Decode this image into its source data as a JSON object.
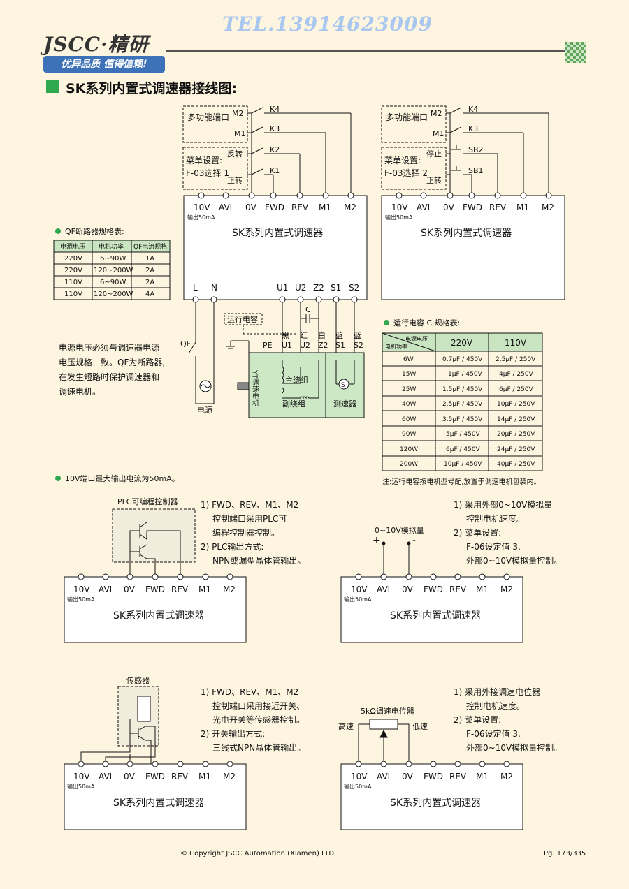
{
  "header": {
    "tel": "TEL.13914623009",
    "logo": "JSCC·精研",
    "slogan": "优异品质 值得信赖!"
  },
  "page_title": "SK系列内置式调速器接线图:",
  "terminals_top": [
    "10V",
    "AVI",
    "0V",
    "FWD",
    "REV",
    "M1",
    "M2"
  ],
  "output_note": "输出50mA",
  "controller_name": "SK系列内置式调速器",
  "bottom_terminals": [
    "L",
    "N",
    "U1",
    "U2",
    "Z2",
    "S1",
    "S2"
  ],
  "diagram1": {
    "multi_port": "多功能端口",
    "m2": "M2",
    "m1": "M1",
    "k4": "K4",
    "k3": "K3",
    "k2": "K2",
    "k1": "K1",
    "menu_set": "菜单设置:",
    "f03": "F-03选择 1",
    "reverse": "反转",
    "forward": "正转",
    "run_cap": "运行电容",
    "cap_c": "C",
    "pe": "PE",
    "qf": "QF",
    "power": "电源",
    "wire_colors": [
      "黑",
      "红",
      "白",
      "蓝",
      "蓝"
    ],
    "wire_terms": [
      "U1",
      "U2",
      "Z2",
      "S1",
      "S2"
    ],
    "motor_label": "YT调速电机",
    "main_winding": "主绕组",
    "aux_winding": "副绕组",
    "tacho": "测速器",
    "tacho_symbol": "S"
  },
  "diagram2": {
    "multi_port": "多功能端口",
    "m2": "M2",
    "m1": "M1",
    "k4": "K4",
    "k3": "K3",
    "sb2": "SB2",
    "sb1": "SB1",
    "menu_set": "菜单设置:",
    "f03": "F-03选择 2",
    "stop": "停止",
    "forward": "正转"
  },
  "qf_table": {
    "title": "QF断路器规格表:",
    "headers": [
      "电源电压",
      "电机功率",
      "QF电流规格"
    ],
    "rows": [
      [
        "220V",
        "6~90W",
        "1A"
      ],
      [
        "220V",
        "120~200W",
        "2A"
      ],
      [
        "110V",
        "6~90W",
        "2A"
      ],
      [
        "110V",
        "120~200W",
        "4A"
      ]
    ]
  },
  "power_note": [
    "电源电压必须与调速器电源",
    "电压规格一致。QF为断路器,",
    "在发生短路时保护调速器和",
    "调速电机。"
  ],
  "cap_table": {
    "title": "运行电容 C 规格表:",
    "corner_top": "电源电压",
    "corner_bottom": "电机功率",
    "headers": [
      "220V",
      "110V"
    ],
    "rows": [
      [
        "6W",
        "0.7μF / 450V",
        "2.5μF / 250V"
      ],
      [
        "15W",
        "1μF / 450V",
        "4μF / 250V"
      ],
      [
        "25W",
        "1.5μF / 450V",
        "6μF / 250V"
      ],
      [
        "40W",
        "2.5μF / 450V",
        "10μF / 250V"
      ],
      [
        "60W",
        "3.5μF / 450V",
        "14μF / 250V"
      ],
      [
        "90W",
        "5μF / 450V",
        "20μF / 250V"
      ],
      [
        "120W",
        "6μF / 450V",
        "24μF / 250V"
      ],
      [
        "200W",
        "10μF / 450V",
        "40μF / 250V"
      ]
    ],
    "note": "注:运行电容按电机型号配,放置于调速电机包装内。"
  },
  "note_10v": "10V端口最大输出电流为50mA。",
  "plc": {
    "label": "PLC可编程控制器",
    "notes": [
      "1) FWD、REV、M1、M2",
      "控制端口采用PLC可",
      "编程控制器控制。",
      "2) PLC输出方式:",
      "NPN或漏型晶体管输出。"
    ]
  },
  "analog": {
    "label": "0~10V模拟量",
    "plus": "+",
    "minus": "-",
    "notes": [
      "1) 采用外部0~10V模拟量",
      "控制电机速度。",
      "2) 菜单设置:",
      "F-06设定值 3,",
      "外部0~10V模拟量控制。"
    ]
  },
  "sensor": {
    "label": "传感器",
    "notes": [
      "1) FWD、REV、M1、M2",
      "控制端口采用接近开关、",
      "光电开关等传感器控制。",
      "2) 开关输出方式:",
      "三线式NPN晶体管输出。"
    ]
  },
  "pot": {
    "label": "5kΩ调速电位器",
    "high": "高速",
    "low": "低速",
    "notes": [
      "1) 采用外接调速电位器",
      "控制电机速度。",
      "2) 菜单设置:",
      "F-06设定值 3,",
      "外部0~10V模拟量控制。"
    ]
  },
  "footer": {
    "copyright": "© Copyright JSCC Automation (Xiamen) LTD.",
    "page": "Pg. 173/335"
  }
}
